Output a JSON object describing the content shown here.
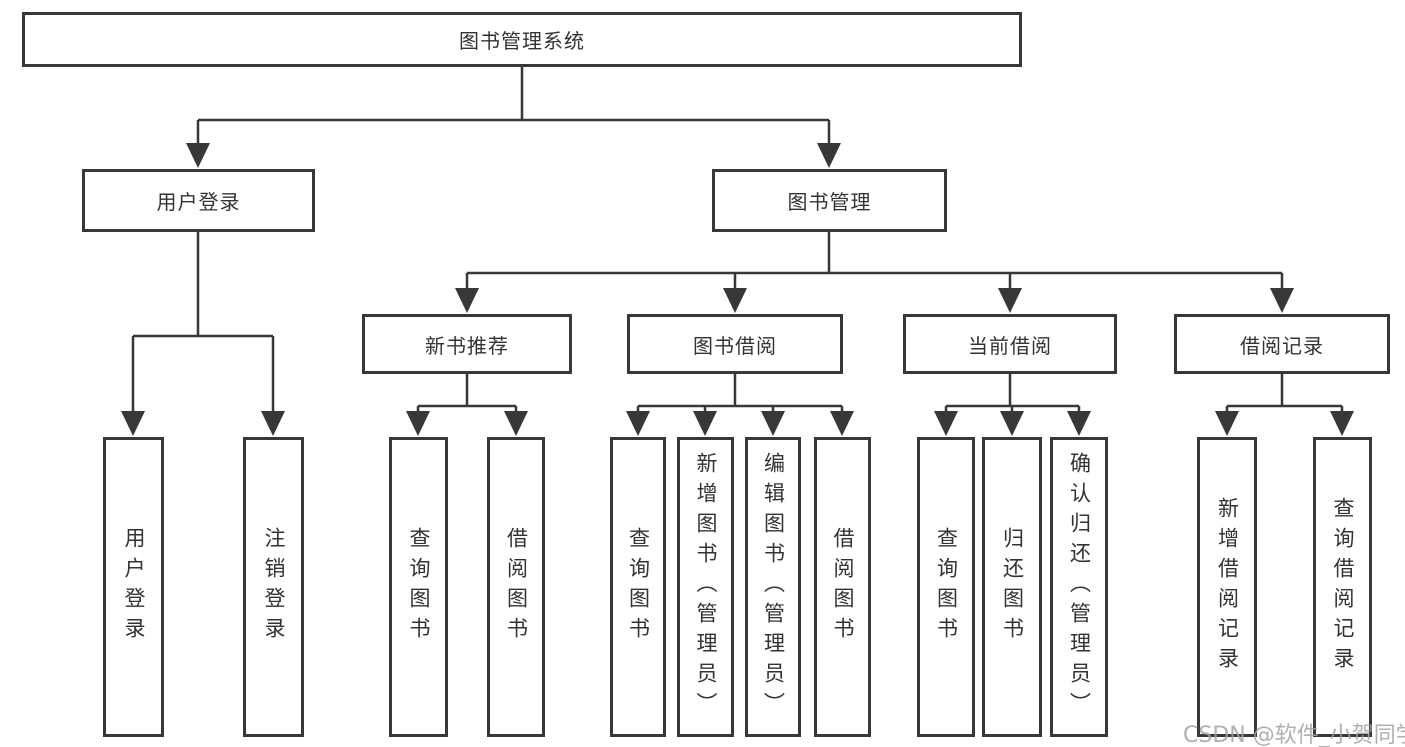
{
  "tree": {
    "root": {
      "label": "图书管理系统",
      "children": [
        {
          "label": "用户登录",
          "children": [
            {
              "label": "用户登录"
            },
            {
              "label": "注销登录"
            }
          ]
        },
        {
          "label": "图书管理",
          "children": [
            {
              "label": "新书推荐",
              "children": [
                {
                  "label": "查询图书"
                },
                {
                  "label": "借阅图书"
                }
              ]
            },
            {
              "label": "图书借阅",
              "children": [
                {
                  "label": "查询图书"
                },
                {
                  "label": "新增图书（管理员）"
                },
                {
                  "label": "编辑图书（管理员）"
                },
                {
                  "label": "借阅图书"
                }
              ]
            },
            {
              "label": "当前借阅",
              "children": [
                {
                  "label": "查询图书"
                },
                {
                  "label": "归还图书"
                },
                {
                  "label": "确认归还（管理员）"
                }
              ]
            },
            {
              "label": "借阅记录",
              "children": [
                {
                  "label": "新增借阅记录"
                },
                {
                  "label": "查询借阅记录"
                }
              ]
            }
          ]
        }
      ]
    }
  },
  "watermark": {
    "text": "CSDN @软件_小贺同学"
  },
  "colors": {
    "line": "#383838",
    "border": "#383838",
    "text": "#333333",
    "background": "#ffffff",
    "watermark": "#9ea3a9"
  }
}
